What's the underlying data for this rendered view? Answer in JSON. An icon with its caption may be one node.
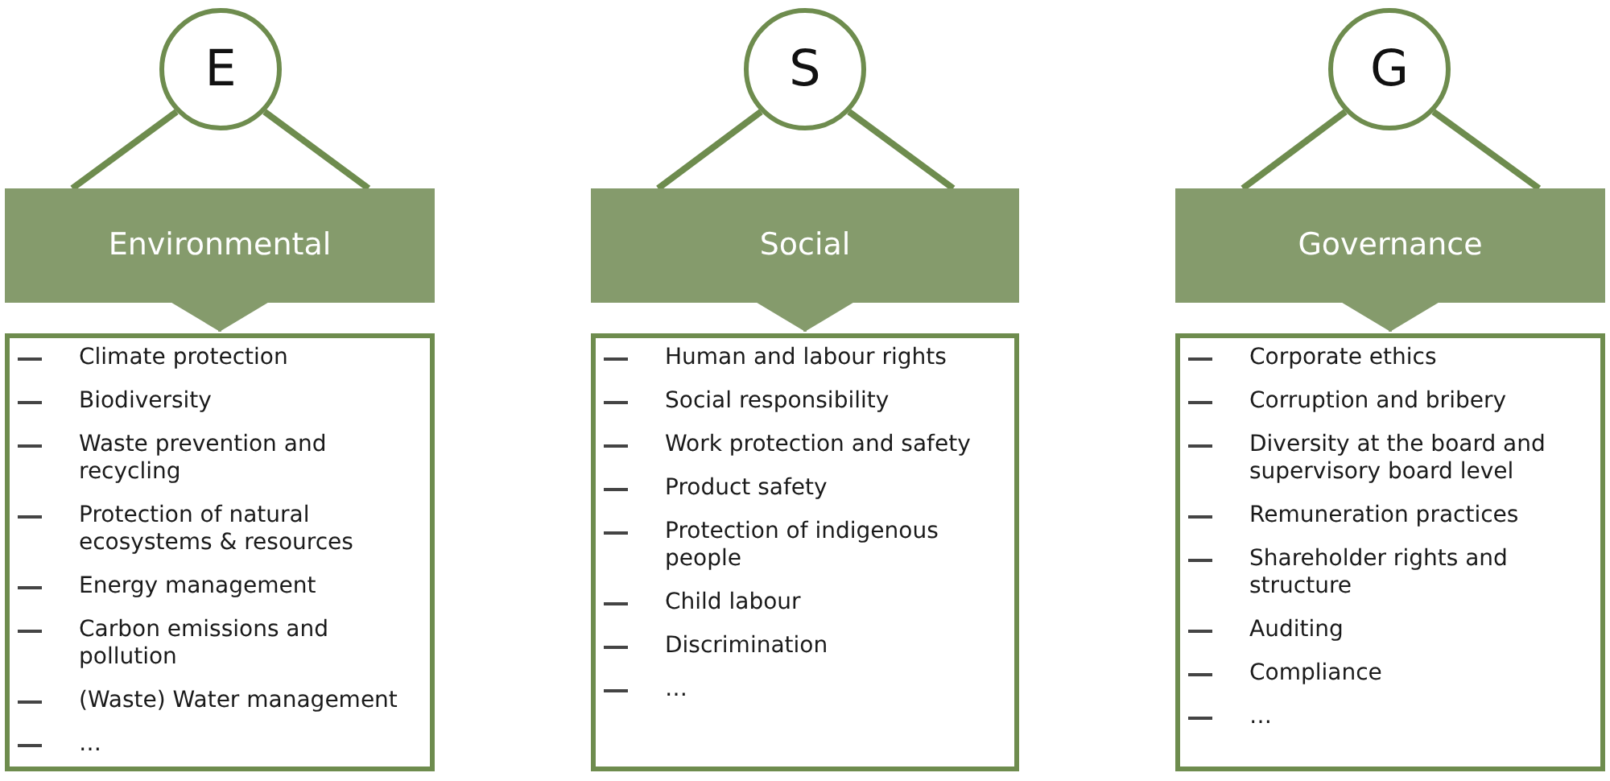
{
  "diagram": {
    "nodes": [
      {
        "text": [
          "E"
        ]
      },
      {
        "text": [
          "Environmental"
        ]
      },
      {
        "text": [
          "Climate protection",
          "Biodiversity",
          "Waste prevention and recycling",
          "Protection of natural ecosystems & resources",
          "Energy management",
          "Carbon emissions and pollution",
          "(Waste) Water management",
          "…"
        ]
      },
      {
        "text": [
          "S"
        ]
      },
      {
        "text": [
          "Social"
        ]
      },
      {
        "text": [
          "Human and labour rights",
          "Social responsibility",
          "Work protection and safety",
          "Product safety",
          "Protection of indigenous people",
          "Child labour",
          "Discrimination",
          "…"
        ]
      },
      {
        "text": [
          "G"
        ]
      },
      {
        "text": [
          "Governance"
        ]
      },
      {
        "text": [
          "Corporate ethics",
          "Corruption and bribery",
          "Diversity at the board and supervisory board level",
          "Remuneration practices",
          "Shareholder rights and structure",
          "Auditing",
          "Compliance",
          "…"
        ]
      }
    ],
    "edges": [
      {
        "from": 0,
        "to": 1,
        "arrow": "none"
      },
      {
        "from": 0,
        "to": 1,
        "arrow": "none"
      },
      {
        "from": 1,
        "to": 2,
        "arrow": "to"
      },
      {
        "from": 3,
        "to": 4,
        "arrow": "none"
      },
      {
        "from": 3,
        "to": 4,
        "arrow": "none"
      },
      {
        "from": 4,
        "to": 5,
        "arrow": "to"
      },
      {
        "from": 6,
        "to": 7,
        "arrow": "none"
      },
      {
        "from": 6,
        "to": 7,
        "arrow": "none"
      },
      {
        "from": 7,
        "to": 8,
        "arrow": "to"
      }
    ]
  }
}
